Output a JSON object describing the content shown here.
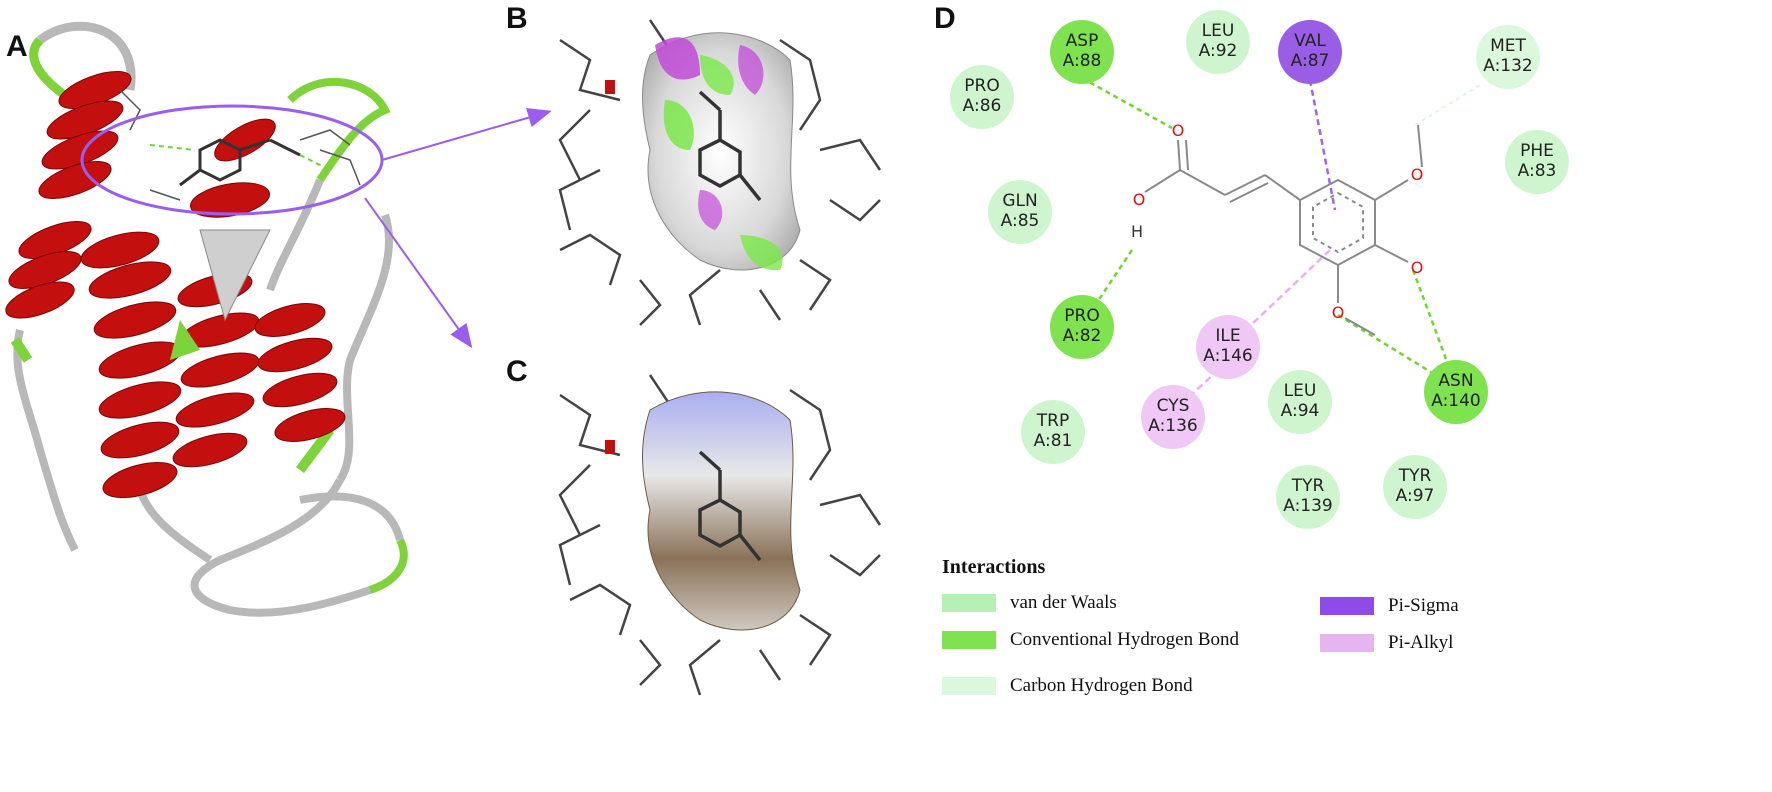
{
  "panels": {
    "a": "A",
    "b": "B",
    "c": "C",
    "d": "D"
  },
  "residues": [
    {
      "name": "ASP",
      "id": "A:88",
      "type": "hbond"
    },
    {
      "name": "LEU",
      "id": "A:92",
      "type": "vdw"
    },
    {
      "name": "VAL",
      "id": "A:87",
      "type": "pisigma"
    },
    {
      "name": "MET",
      "id": "A:132",
      "type": "vdw"
    },
    {
      "name": "PRO",
      "id": "A:86",
      "type": "vdw"
    },
    {
      "name": "PHE",
      "id": "A:83",
      "type": "vdw"
    },
    {
      "name": "GLN",
      "id": "A:85",
      "type": "vdw"
    },
    {
      "name": "PRO",
      "id": "A:82",
      "type": "hbond"
    },
    {
      "name": "ILE",
      "id": "A:146",
      "type": "pialkyl"
    },
    {
      "name": "CYS",
      "id": "A:136",
      "type": "pialkyl"
    },
    {
      "name": "LEU",
      "id": "A:94",
      "type": "vdw"
    },
    {
      "name": "ASN",
      "id": "A:140",
      "type": "hbond"
    },
    {
      "name": "TRP",
      "id": "A:81",
      "type": "vdw"
    },
    {
      "name": "TYR",
      "id": "A:139",
      "type": "vdw"
    },
    {
      "name": "TYR",
      "id": "A:97",
      "type": "vdw"
    }
  ],
  "atoms": {
    "oxygen": "O",
    "hydrogen": "H"
  },
  "legend": {
    "title": "Interactions",
    "items": [
      {
        "label": "van der Waals",
        "color": "#b5f0b5"
      },
      {
        "label": "Conventional Hydrogen Bond",
        "color": "#7ee34f"
      },
      {
        "label": "Carbon Hydrogen Bond",
        "color": "#dcf8dc"
      },
      {
        "label": "Pi-Sigma",
        "color": "#8f4be8"
      },
      {
        "label": "Pi-Alkyl",
        "color": "#e5b5f0"
      }
    ]
  },
  "colors": {
    "helix": "#c40f0f",
    "coil": "#b8b8b8",
    "turn": "#7ed23a",
    "arrow": "#9b5cf0",
    "hbond_line": "#6fd62f",
    "pi_sigma_line": "#a560f0",
    "pi_alkyl_line": "#e3b2f0"
  }
}
